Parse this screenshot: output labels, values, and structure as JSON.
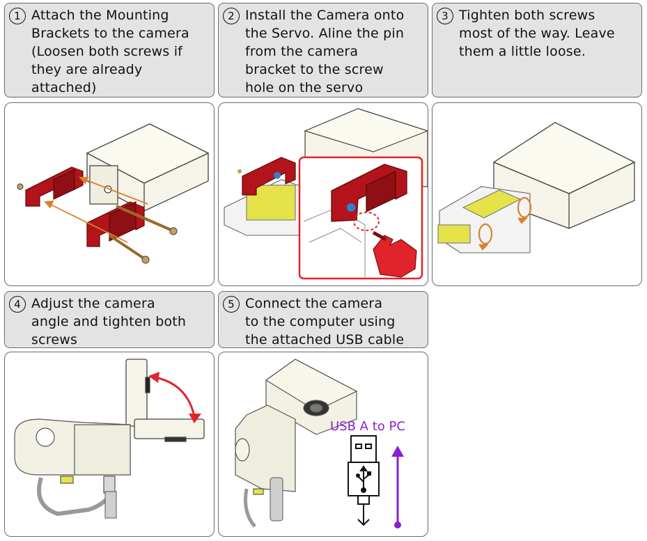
{
  "steps": [
    {
      "number": "1",
      "text": "Attach the Mounting\nBrackets to the camera\n(Loosen both screws if\nthey are already\nattached)"
    },
    {
      "number": "2",
      "text": "Install the Camera onto\nthe Servo.  Aline the pin\nfrom the camera\nbracket to the screw\nhole on the servo"
    },
    {
      "number": "3",
      "text": "Tighten both screws\nmost of the way. Leave\nthem  a little loose."
    },
    {
      "number": "4",
      "text": "Adjust the camera\nangle and tighten both\nscrews"
    },
    {
      "number": "5",
      "text": "Connect the camera\nto the computer using\nthe attached USB cable"
    }
  ],
  "usb_label": "USB A to PC",
  "colors": {
    "header_bg": "#e3e3e3",
    "bracket_red": "#b3141b",
    "arrow_orange": "#d9822b",
    "accent_red": "#e0242a",
    "usb_purple": "#8b1fcf",
    "sensor_yellow": "#e6e24a"
  },
  "icons": [
    "circled-number",
    "mounting-bracket",
    "screw",
    "camera-module",
    "servo",
    "pointing-hand",
    "usb-a-plug",
    "usb-symbol"
  ]
}
